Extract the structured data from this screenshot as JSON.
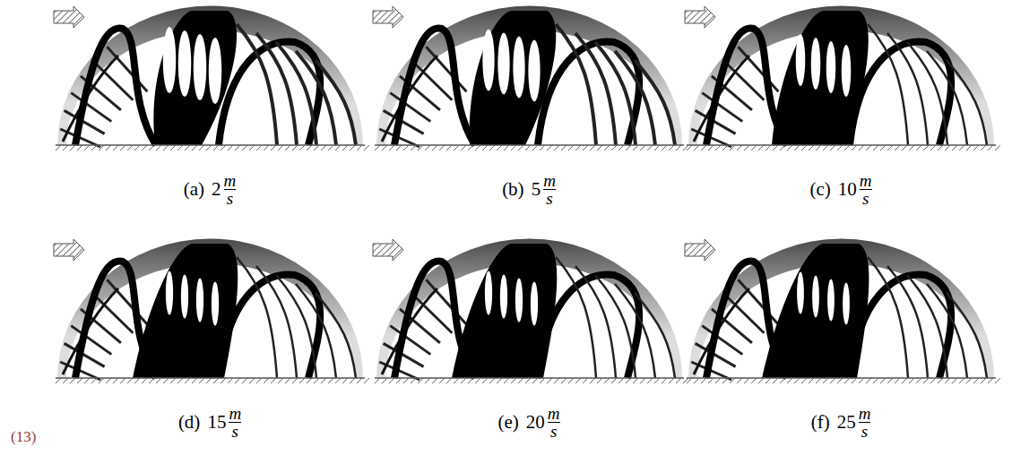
{
  "diagram": {
    "labels": [
      "(13)",
      "(a)",
      "2",
      "m",
      "s",
      "(b)",
      "5",
      "m",
      "s",
      "(c)",
      "10",
      "m",
      "s",
      "(d)",
      "15",
      "m",
      "s",
      "(e)",
      "20",
      "m",
      "s",
      "(f)",
      "25",
      "m",
      "s"
    ]
  }
}
